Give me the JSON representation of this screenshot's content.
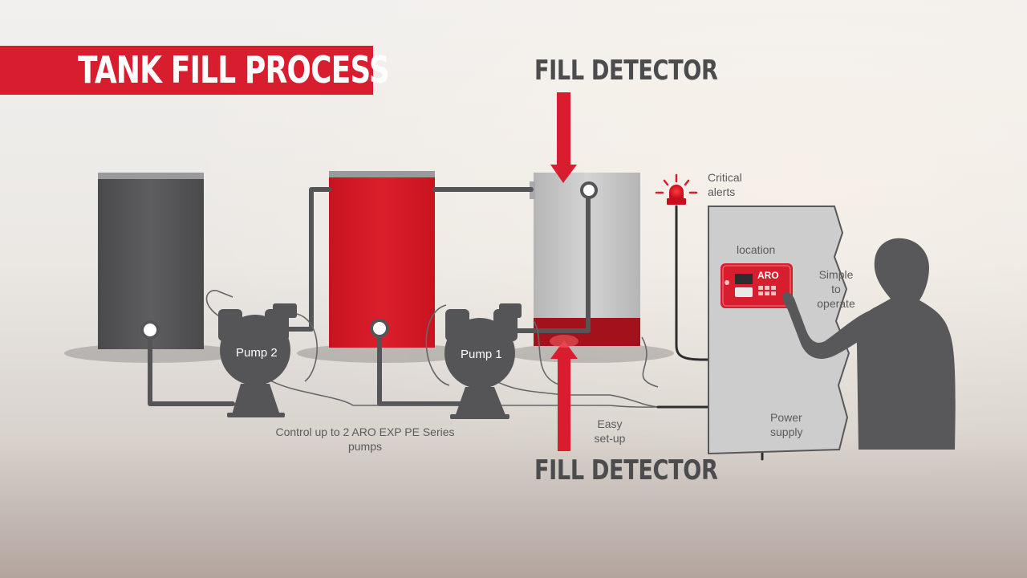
{
  "title": "TANK FILL PROCESS",
  "fill_detector_top": "FILL DETECTOR",
  "fill_detector_bottom": "FILL DETECTOR",
  "pumps": {
    "pump2": "Pump 2",
    "pump1": "Pump 1"
  },
  "captions": {
    "control": "Control up to 2 ARO EXP PE Series pumps",
    "easy_setup": "Easy set-up",
    "critical_alerts": "Critical alerts",
    "location": "location",
    "simple_to_operate": "Simple to operate",
    "power_supply": "Power supply"
  },
  "controller_brand": "ARO",
  "colors": {
    "brand_red": "#d81e2e",
    "dark_grey": "#555558",
    "tank_grey": "#c5c5c6"
  }
}
